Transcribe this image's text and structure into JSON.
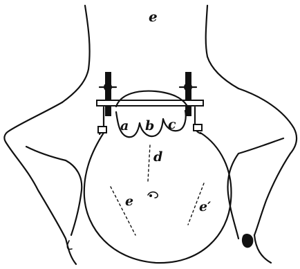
{
  "figure": {
    "labels": {
      "top_e": "e",
      "a": "a",
      "b": "b",
      "c": "c",
      "d": "d",
      "e_left": "e",
      "e_right": "e′"
    }
  }
}
